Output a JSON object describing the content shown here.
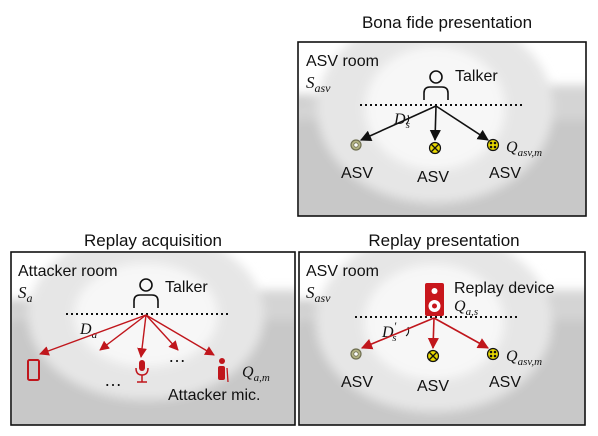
{
  "panels": {
    "bona_fide": {
      "heading": "Bona fide presentation",
      "room_label": "ASV room",
      "room_symbol_base": "S",
      "room_symbol_sub": "asv",
      "talker_label": "Talker",
      "distance_base": "D",
      "distance_sub": "s",
      "mic_symbol_base": "Q",
      "mic_symbol_sub": "asv,m",
      "asv_labels": [
        "ASV",
        "ASV",
        "ASV"
      ]
    },
    "replay_acquisition": {
      "heading": "Replay acquisition",
      "room_label": "Attacker room",
      "room_symbol_base": "S",
      "room_symbol_sub": "a",
      "talker_label": "Talker",
      "distance_base": "D",
      "distance_sub": "a",
      "mic_symbol_base": "Q",
      "mic_symbol_sub": "a,m",
      "ellipsis": "…",
      "mic_label": "Attacker mic."
    },
    "replay_presentation": {
      "heading": "Replay presentation",
      "room_label": "ASV room",
      "room_symbol_base": "S",
      "room_symbol_sub": "asv",
      "device_label": "Replay device",
      "device_symbol_base": "Q",
      "device_symbol_sub": "a,s",
      "distance_base": "D",
      "distance_prime": "′",
      "distance_sub": "s",
      "mic_symbol_base": "Q",
      "mic_symbol_sub": "asv,m",
      "asv_labels": [
        "ASV",
        "ASV",
        "ASV"
      ]
    }
  },
  "colors": {
    "attack_red": "#c0161c",
    "mic_yellow": "#e8d800",
    "mic_olive": "#b4b484",
    "speaker_red": "#c8161c",
    "room_grey": "#c8c8c8",
    "room_light": "#e6e6e6",
    "room_white": "#f7f7f7"
  }
}
